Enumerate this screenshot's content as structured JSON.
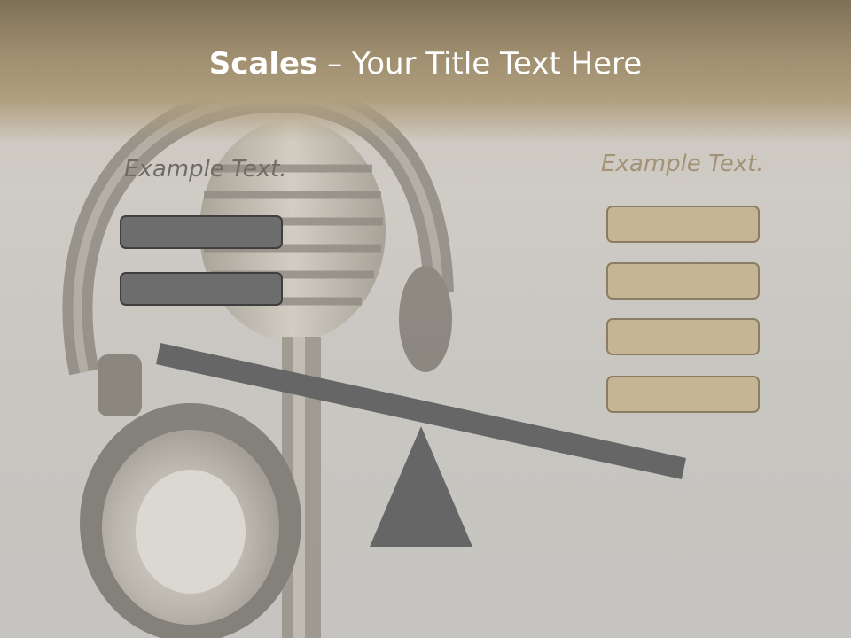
{
  "slide": {
    "title_bold": "Scales",
    "title_rest": " – Your Title Text Here",
    "left_label": "Example Text.",
    "right_label": "Example Text."
  },
  "colors": {
    "title_bar": "#9c8c6d",
    "left_box_fill": "#6d6d6d",
    "right_box_fill": "#c6b594",
    "beam": "#666666",
    "right_label": "#a39276",
    "left_label": "#6f6b66"
  },
  "graphics": {
    "background_image": "microphone-headphones-photo",
    "scale": "balance-scale-tilted-left"
  }
}
